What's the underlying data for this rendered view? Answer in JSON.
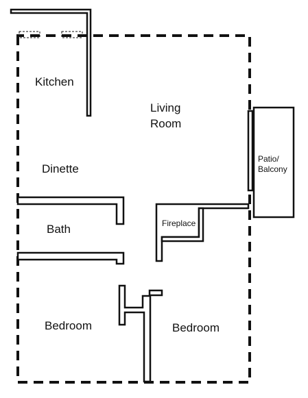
{
  "rooms": {
    "kitchen": "Kitchen",
    "living_room_line1": "Living",
    "living_room_line2": "Room",
    "dinette": "Dinette",
    "bath": "Bath",
    "bedroom_left": "Bedroom",
    "bedroom_right": "Bedroom",
    "fireplace": "Fireplace",
    "patio_line1": "Patio/",
    "patio_line2": "Balcony"
  },
  "colors": {
    "ink": "#111111",
    "background": "#ffffff"
  }
}
